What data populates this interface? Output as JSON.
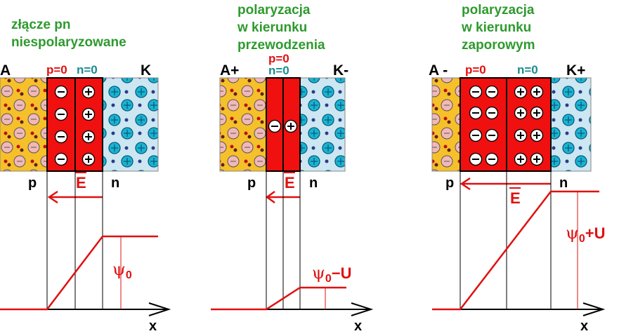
{
  "panels": [
    {
      "title_lines": [
        "złącze pn",
        "niespolaryzowane"
      ],
      "anode": "A",
      "cathode": "K",
      "p_label": "p=0",
      "n_label": "n=0",
      "region_p": "p",
      "region_n": "n",
      "field": "E",
      "psi_symbol": "ψ",
      "psi_sub": "0",
      "psi_suffix": "",
      "x_axis": "x"
    },
    {
      "title_lines": [
        "polaryzacja",
        "w kierunku",
        "przewodzenia"
      ],
      "anode": "A+",
      "cathode": "K-",
      "p_label": "p=0",
      "n_label": "n=0",
      "region_p": "p",
      "region_n": "n",
      "field": "E",
      "psi_symbol": "ψ",
      "psi_sub": "0",
      "psi_suffix": "−U",
      "x_axis": "x"
    },
    {
      "title_lines": [
        "polaryzacja",
        "w kierunku",
        "zaporowym"
      ],
      "anode": "A -",
      "cathode": "K+",
      "p_label": "p=0",
      "n_label": "n=0",
      "region_p": "p",
      "region_n": "n",
      "field": "E",
      "psi_symbol": "ψ",
      "psi_sub": "0",
      "psi_suffix": "+U",
      "x_axis": "x"
    }
  ],
  "colors": {
    "title": "#2e9a2e",
    "depletion": "#f01010",
    "p_region": "#f5c02a",
    "n_region": "#cce6f2",
    "ion_cyan": "#19b4d2",
    "ion_pink": "#f2b8b8",
    "field": "#e01010",
    "teal_label": "#1a8c8c"
  }
}
